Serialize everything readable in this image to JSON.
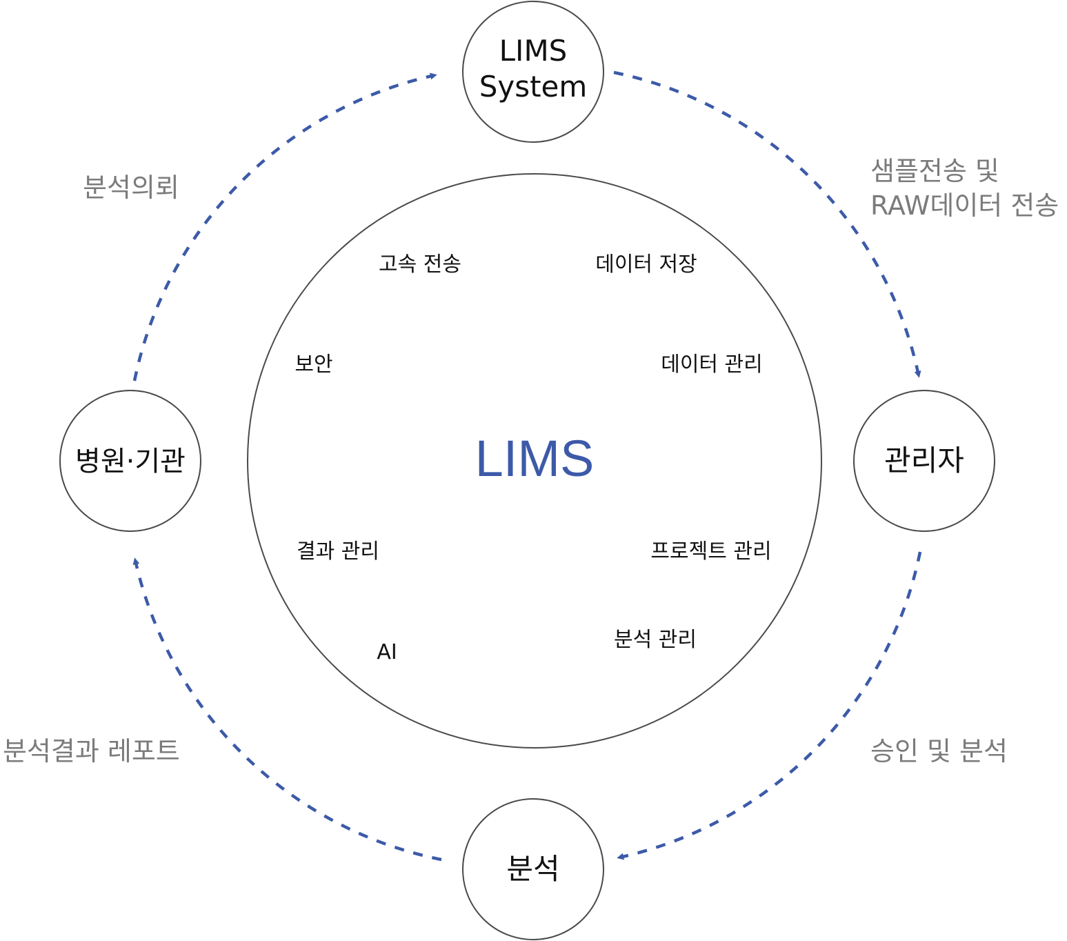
{
  "center_title": "LIMS",
  "nodes": {
    "lims_system": [
      "LIMS",
      "System"
    ],
    "manager": "관리자",
    "analysis": "분석",
    "hospital": "병원·기관"
  },
  "features": {
    "high_speed_transfer": "고속 전송",
    "data_storage": "데이터 저장",
    "security": "보안",
    "data_management": "데이터 관리",
    "result_management": "결과 관리",
    "project_management": "프로젝트 관리",
    "ai": "AI",
    "analysis_management": "분석 관리"
  },
  "flows": {
    "analysis_request": "분석의뢰",
    "sample_transfer": [
      "샘플전송 및",
      "RAW데이터 전송"
    ],
    "approval_analysis": "승인 및 분석",
    "result_report": "분석결과 레포트"
  },
  "colors": {
    "accent": "#3c5aa8",
    "line": "#4a4a4a",
    "flow_label": "#7b7b7b"
  }
}
